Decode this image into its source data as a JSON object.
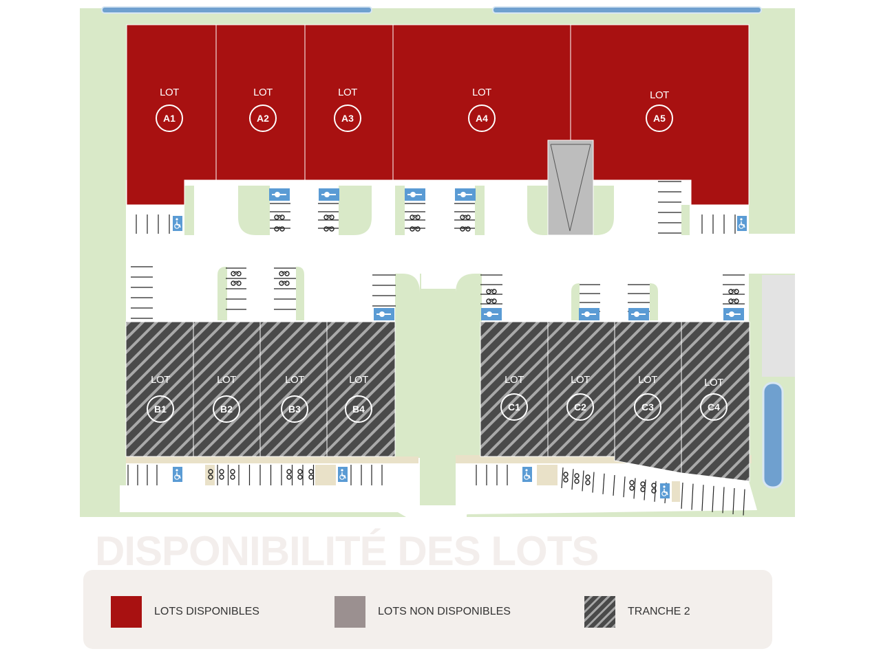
{
  "page": {
    "title": "DISPONIBILITÉ DES LOTS"
  },
  "colors": {
    "available": "#a81111",
    "unavailable": "#9b9090",
    "tranche_dark": "#4a4a4a",
    "tranche_light": "#a7a7a7",
    "green_space": "#d9e9c8",
    "water": "#6fa0cf",
    "accessible_sign": "#5a9bd4"
  },
  "lots": {
    "A": [
      {
        "word": "LOT",
        "code": "A1",
        "status": "available"
      },
      {
        "word": "LOT",
        "code": "A2",
        "status": "available"
      },
      {
        "word": "LOT",
        "code": "A3",
        "status": "available"
      },
      {
        "word": "LOT",
        "code": "A4",
        "status": "available"
      },
      {
        "word": "LOT",
        "code": "A5",
        "status": "available"
      }
    ],
    "B": [
      {
        "word": "LOT",
        "code": "B1",
        "status": "tranche-2"
      },
      {
        "word": "LOT",
        "code": "B2",
        "status": "tranche-2"
      },
      {
        "word": "LOT",
        "code": "B3",
        "status": "tranche-2"
      },
      {
        "word": "LOT",
        "code": "B4",
        "status": "tranche-2"
      }
    ],
    "C": [
      {
        "word": "LOT",
        "code": "C1",
        "status": "tranche-2"
      },
      {
        "word": "LOT",
        "code": "C2",
        "status": "tranche-2"
      },
      {
        "word": "LOT",
        "code": "C3",
        "status": "tranche-2"
      },
      {
        "word": "LOT",
        "code": "C4",
        "status": "tranche-2"
      }
    ]
  },
  "icons": {
    "parking_accessible": "wheelchair-icon",
    "bike_parking": "bicycle-icon",
    "ev_charging": "ev-charging-icon"
  },
  "legend": {
    "available": "LOTS DISPONIBLES",
    "unavailable": "LOTS NON DISPONIBLES",
    "tranche": "TRANCHE 2"
  }
}
